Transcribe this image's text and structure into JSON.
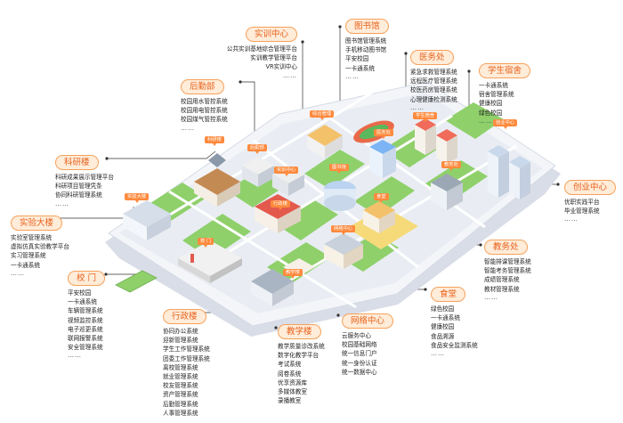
{
  "colors": {
    "accent": "#f6a15a",
    "tag_text": "#e8611a",
    "tag_bg": "#ffecd9",
    "platform": "#eef1f7",
    "grass": "#8fd06b"
  },
  "sections": {
    "shixun": {
      "title": "实训中心",
      "items": [
        "公共实训基地综合管理平台",
        "实训教学管理平台",
        "VR实训中心"
      ],
      "more": "……"
    },
    "library": {
      "title": "图书馆",
      "items": [
        "图书馆管理系统",
        "手机移动图书馆",
        "平安校园",
        "一卡通系统"
      ],
      "more": "……"
    },
    "hospital": {
      "title": "医务处",
      "items": [
        "紧急求救管理系统",
        "远程医疗管理系统",
        "校医药房管理系统",
        "心理健康检测系统"
      ],
      "more": "……"
    },
    "dorm": {
      "title": "学生宿舍",
      "items": [
        "一卡通系统",
        "宿舍管理系统",
        "健康校园",
        "绿色校园"
      ],
      "more": "……"
    },
    "logistics": {
      "title": "后勤部",
      "items": [
        "校园用水管控系统",
        "校园用电管控系统",
        "校园煤气管控系统"
      ],
      "more": "……"
    },
    "research": {
      "title": "科研楼",
      "items": [
        "科研成果展示管理平台",
        "科研项目管理凭条",
        "协同科研管理系统"
      ],
      "more": "……"
    },
    "startup": {
      "title": "创业中心",
      "items": [
        "优职实践平台",
        "毕业管理系统"
      ],
      "more": "……"
    },
    "lab": {
      "title": "实验大楼",
      "items": [
        "实验室管理系统",
        "虚拟仿真实验教学平台",
        "实习管理系统",
        "一卡通系统"
      ],
      "more": "……"
    },
    "academic": {
      "title": "教务处",
      "items": [
        "智能排课管理系统",
        "智能考务管理系统",
        "成绩管理系统",
        "教材管理系统"
      ],
      "more": "……"
    },
    "gate": {
      "title": "校 门",
      "items": [
        "平安校园",
        "一卡通系统",
        "车辆管理系统",
        "视频监控系统",
        "电子巡更系统",
        "联网报警系统",
        "安全管理系统"
      ],
      "more": "……"
    },
    "canteen": {
      "title": "食堂",
      "items": [
        "绿色校园",
        "一卡通系统",
        "健康校园",
        "食品溯源",
        "食品安全监测系统"
      ],
      "more": "……"
    },
    "admin": {
      "title": "行政楼",
      "items": [
        "协同办公系统",
        "迎新管理系统",
        "学生工作管理系统",
        "团委工作管理系统",
        "离校管理系统",
        "就业管理系统",
        "校友管理系统",
        "资产管理系统",
        "后勤管理系统",
        "人事管理系统"
      ]
    },
    "teaching": {
      "title": "教学楼",
      "items": [
        "教学质量诊改系统",
        "数字化教学平台",
        "考试系统",
        "阅卷系统",
        "优享资源库",
        "多媒体教室",
        "录播教室"
      ]
    },
    "network": {
      "title": "网络中心",
      "items": [
        "云服务中心",
        "校园基础网络",
        "统一信息门户",
        "统一身份认证",
        "统一数据中心"
      ]
    }
  },
  "map_labels": {
    "zonghe": "综合管理",
    "yiwu": "医务处",
    "xuesheng": "学生宿舍",
    "chuangye": "创业中心",
    "keyan": "科研楼",
    "houqin": "后勤部",
    "shixun": "实训中心",
    "tushu": "图书馆",
    "jiaowu": "教务处",
    "shiyan": "实验大楼",
    "xingzheng": "行政楼",
    "shitang": "食堂",
    "wangluo": "网络中心",
    "xiaomen": "校 门",
    "jiaoxue": "教学楼"
  }
}
